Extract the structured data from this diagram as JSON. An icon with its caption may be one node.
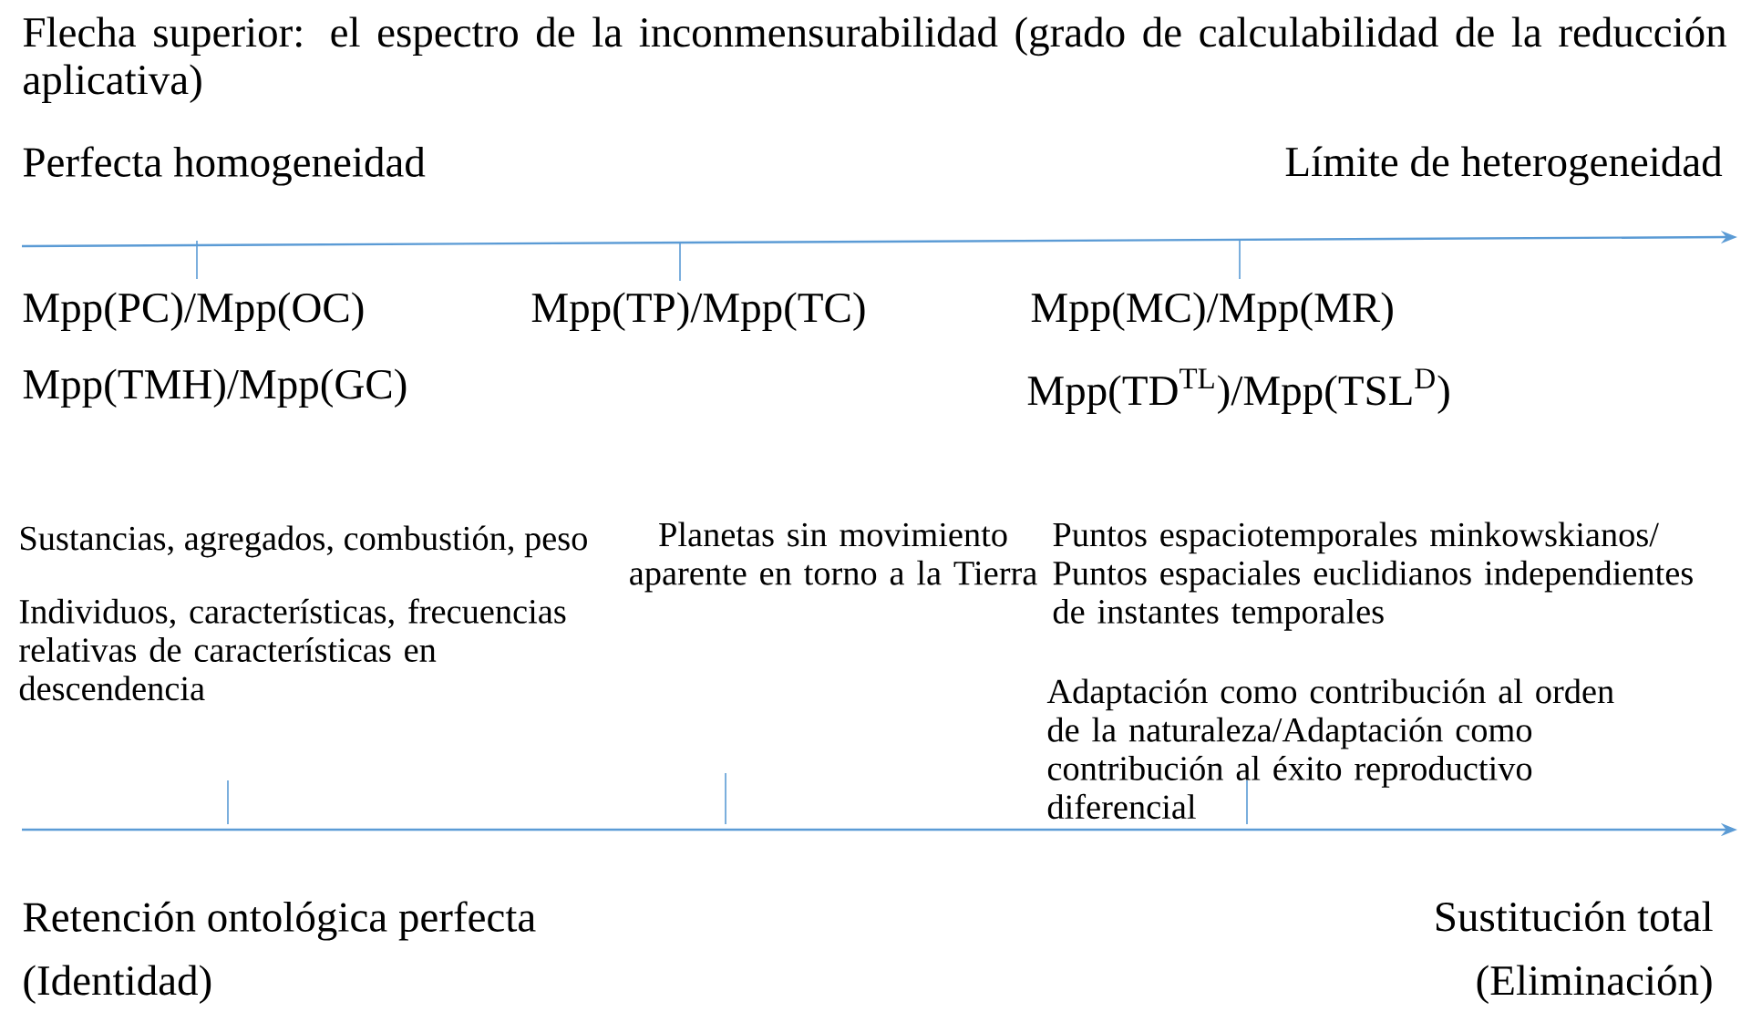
{
  "diagram": {
    "title": "Flecha superior: el espectro de la inconmensurabilidad (grado de calculabilidad de la reducción aplicativa)",
    "labels": [
      "Perfecta homogeneidad",
      "Límite de heterogeneidad",
      "Mpp(PC)/Mpp(OC)",
      "Mpp(TP)/Mpp(TC)",
      "Mpp(MC)/Mpp(MR)",
      "Mpp(TMH)/Mpp(GC)",
      "Mpp(TD$^{TL}$)/Mpp(TSL$^{D}$)",
      "Sustancias, agregados, combustión, peso",
      "Planetas sin movimiento aparente en torno a la Tierra",
      "Puntos espaciotemporales minkowskianos/ Puntos espaciales euclidianos independientes de instantes temporales",
      "Individuos, características, frecuencias relativas de características en descendencia",
      "Adaptación como contribución al orden de la naturaleza/Adaptación como contribución al éxito reproductivo diferencial",
      "Retención ontológica perfecta",
      "Sustitución total",
      "(Identidad)",
      "(Eliminación)"
    ]
  }
}
